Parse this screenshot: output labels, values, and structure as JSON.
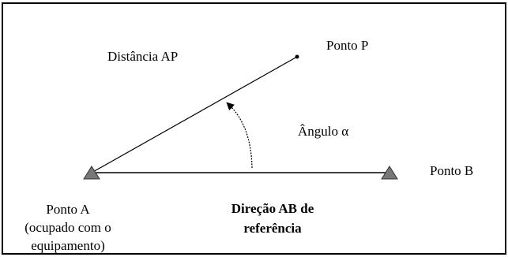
{
  "diagram": {
    "labels": {
      "distance": "Distância AP",
      "point_p": "Ponto P",
      "angle": "Ângulo α",
      "point_b": "Ponto B",
      "point_a": [
        "Ponto A",
        "(ocupado com o",
        "equipamento)"
      ],
      "reference": [
        "Direção AB de",
        "referência"
      ]
    },
    "colors": {
      "line": "#000000",
      "triangle_fill": "#777777",
      "triangle_stroke": "#333333",
      "border": "#000000",
      "background": "#ffffff"
    },
    "icons": {
      "point_a": "triangle-marker-icon",
      "point_b": "triangle-marker-icon",
      "point_p": "dot-marker-icon",
      "angle": "curved-arrow-icon"
    }
  }
}
